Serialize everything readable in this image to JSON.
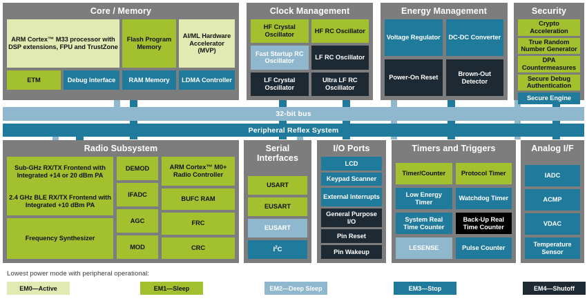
{
  "sections": {
    "core_memory": {
      "title": "Core / Memory",
      "blocks": {
        "cpu": "ARM Cortex™ M33 processor with DSP extensions, FPU and TrustZone",
        "flash": "Flash Program Memory",
        "aiml": "AI/ML Hardware Accelerator (MVP)",
        "etm": "ETM",
        "debug": "Debug Interface",
        "ram": "RAM Memory",
        "ldma": "LDMA Controller"
      }
    },
    "clock_management": {
      "title": "Clock Management",
      "blocks": {
        "hfxo": "HF Crystal Oscillator",
        "hfrco": "HF RC Oscillator",
        "fsrco": "Fast Startup RC Oscillator",
        "lfrco": "LF RC Oscillator",
        "lfxo": "LF Crystal Oscillator",
        "ulfrco": "Ultra LF RC Oscillator"
      }
    },
    "energy_management": {
      "title": "Energy Management",
      "blocks": {
        "vreg": "Voltage Regulator",
        "dcdc": "DC-DC Converter",
        "por": "Power-On Reset",
        "bod": "Brown-Out Detector"
      }
    },
    "security": {
      "title": "Security",
      "blocks": {
        "crypto": "Crypto Acceleration",
        "trng": "True Random Number Generator",
        "dpa": "DPA Countermeasures",
        "sda": "Secure Debug Authentication",
        "se": "Secure Engine"
      }
    },
    "radio_subsystem": {
      "title": "Radio Subsystem",
      "blocks": {
        "subghz": "Sub-GHz RX/TX Frontend with Integrated +14 or 20 dBm PA",
        "ble": "2.4 GHz BLE RX/TX Frontend with Integrated +10 dBm PA",
        "synth": "Frequency Synthesizer",
        "demod": "DEMOD",
        "ifadc": "IFADC",
        "agc": "AGC",
        "mod": "MOD",
        "m0": "ARM Cortex™ M0+ Radio Controller",
        "bufc": "BUFC RAM",
        "frc": "FRC",
        "crc": "CRC"
      }
    },
    "serial_interfaces": {
      "title": "Serial Interfaces",
      "blocks": {
        "usart": "USART",
        "eusart1": "EUSART",
        "eusart2": "EUSART",
        "i2c": "I2C"
      }
    },
    "io_ports": {
      "title": "I/O Ports",
      "blocks": {
        "lcd": "LCD",
        "keypad": "Keypad Scanner",
        "extint": "External Interrupts",
        "gpio": "General Purpose I/O",
        "pinreset": "Pin Reset",
        "pinwake": "Pin Wakeup"
      }
    },
    "timers_triggers": {
      "title": "Timers and Triggers",
      "blocks": {
        "timer": "Timer/Counter",
        "prototimer": "Protocol Timer",
        "letimer": "Low Energy Timer",
        "wdog": "Watchdog Timer",
        "srtc": "System Real Time Counter",
        "burtc": "Back-Up Real Time Counter",
        "lesense": "LESENSE",
        "pcnt": "Pulse Counter"
      }
    },
    "analog_if": {
      "title": "Analog I/F",
      "blocks": {
        "iadc": "IADC",
        "acmp": "ACMP",
        "vdac": "VDAC",
        "tempsensor": "Temperature Sensor"
      }
    }
  },
  "buses": {
    "bus_32bit": "32-bit bus",
    "prs": "Peripheral Reflex System"
  },
  "legend": {
    "caption": "Lowest power mode with peripheral operational:",
    "items": [
      {
        "label": "EM0—Active",
        "color": "#e1eab2"
      },
      {
        "label": "EM1—Sleep",
        "color": "#a3c02f"
      },
      {
        "label": "EM2—Deep Sleep",
        "color": "#8fb7ce"
      },
      {
        "label": "EM3—Stop",
        "color": "#1f7a9c"
      },
      {
        "label": "EM4—Shutoff",
        "color": "#1d2a33"
      }
    ]
  },
  "colors": {
    "panel_gray": "#7d7d7d",
    "em0": "#e1eab2",
    "em1": "#a3c02f",
    "em2": "#8fb7ce",
    "em3": "#1f7a9c",
    "em4": "#1d2a33",
    "em4_black": "#000000"
  }
}
